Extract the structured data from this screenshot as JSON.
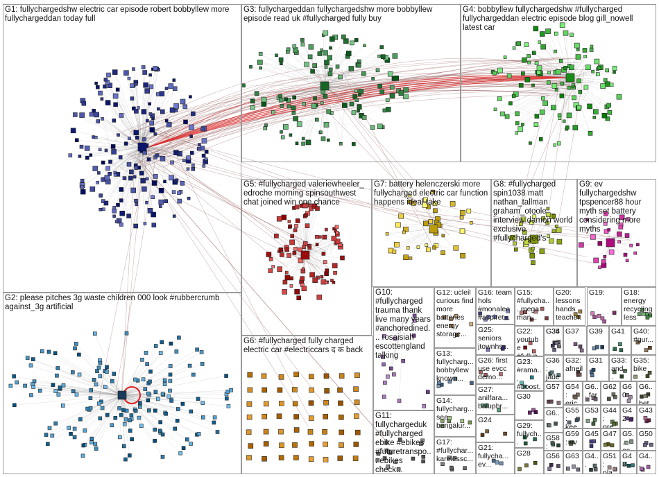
{
  "groups": [
    {
      "id": "G1",
      "label": "G1: fullychargedshw electric car episode robert bobbyllew more fullychargeddan today full",
      "color": "#1f2a80"
    },
    {
      "id": "G2",
      "label": "G2: please pitches 3g waste children 000 look #rubbercrumb against_3g artificial",
      "color": "#1f6fa0"
    },
    {
      "id": "G3",
      "label": "G3: fullychargeddan fullychargedshw more bobbyllew episode read uk #fullycharged fully buy",
      "color": "#2a7a3a"
    },
    {
      "id": "G4",
      "label": "G4: bobbyllew fullychargedshw #fullycharged fullychargeddan electric episode blog gill_nowell latest car",
      "color": "#2aa02a"
    },
    {
      "id": "G5",
      "label": "G5: #fullycharged valeriewheeler_ edroche morning spinsouthwest chat joined win one chance",
      "color": "#b02020"
    },
    {
      "id": "G6",
      "label": "G6: #fullycharged fully charged electric car #electriccars द क back",
      "color": "#c07a10"
    },
    {
      "id": "G7",
      "label": "G7: battery helenczerski more fullycharged electric car function happens ideal take",
      "color": "#d0b020"
    },
    {
      "id": "G8",
      "label": "G8: #fullycharged spin1038 matt nathan_tallman graham_otoole interview damon world exclusive #fullycharged's",
      "color": "#9ab020"
    },
    {
      "id": "G9",
      "label": "G9: ev fullychargedshw tpspencer88 hour myth set battery considering more myths",
      "color": "#c02090"
    },
    {
      "id": "G10",
      "label": "G10: #fullycharged trauma thank live many years #anchoredined... rosaisiah escottengland talking",
      "color": "#8a5aa0"
    },
    {
      "id": "G11",
      "label": "G11: fullychargeduk #fullycharged ebike #ebikes #futuretranspo... ebikes check...",
      "color": "#707070"
    },
    {
      "id": "G12",
      "label": "G12: ucleil curious find more batteries energy storage...",
      "color": "#a07a50"
    },
    {
      "id": "G13",
      "label": "G13: fullycharg... bobbyllew known...",
      "color": "#5a7a9a"
    },
    {
      "id": "G14",
      "label": "G14: fullycharg... see bengalur...",
      "color": "#7a9a5a"
    },
    {
      "id": "G15",
      "label": "G15: #fullycha... mega man...",
      "color": "#9a5a5a"
    },
    {
      "id": "G16",
      "label": "G16: team hols #monalee #aspiret...",
      "color": "#5a5a9a"
    },
    {
      "id": "G17",
      "label": "G17: #fullychar... karelessc...",
      "color": "#6a6a6a"
    },
    {
      "id": "G18",
      "label": "G18: energy recycling less",
      "color": "#4a8a4a"
    },
    {
      "id": "G19",
      "label": "G19:",
      "color": "#a04a8a"
    },
    {
      "id": "G20",
      "label": "G20: lessons hands teacher...",
      "color": "#8a6a2a"
    },
    {
      "id": "G21",
      "label": "G21: fullycha... ev...",
      "color": "#4a6a8a"
    },
    {
      "id": "G22",
      "label": "G22: youtube #fullyc...",
      "color": "#8a2a2a"
    },
    {
      "id": "G23",
      "label": "G23: #rama... #boost...",
      "color": "#2a8a8a"
    },
    {
      "id": "G24",
      "label": "G24",
      "color": "#6a4a2a"
    },
    {
      "id": "G25",
      "label": "G25: seniors jtownhs...",
      "color": "#4a4a8a"
    },
    {
      "id": "G26",
      "label": "G26: first use evcc demo...",
      "color": "#8a4a4a"
    },
    {
      "id": "G27",
      "label": "G27: anilfara... balupbr...",
      "color": "#4a8a6a"
    },
    {
      "id": "G28",
      "label": "G28",
      "color": "#6a6a2a"
    },
    {
      "id": "G29",
      "label": "G29: fullych...",
      "color": "#2a6a4a"
    },
    {
      "id": "G30",
      "label": "G30",
      "color": "#6a2a6a"
    },
    {
      "id": "G31",
      "label": "G31",
      "color": "#2a4a6a"
    },
    {
      "id": "G32",
      "label": "G32: afneil",
      "color": "#6a4a4a"
    },
    {
      "id": "G33",
      "label": "G33: and...",
      "color": "#4a6a4a"
    },
    {
      "id": "G34",
      "label": "G34",
      "color": "#4a4a6a"
    },
    {
      "id": "G35",
      "label": "G35: bike",
      "color": "#6a6a4a"
    },
    {
      "id": "G36",
      "label": "G36: jade...",
      "color": "#4a6a6a"
    },
    {
      "id": "G37",
      "label": "G37",
      "color": "#6a4a6a"
    },
    {
      "id": "G38",
      "label": "G38",
      "color": "#5a5a5a"
    },
    {
      "id": "G39",
      "label": "G39",
      "color": "#3a5a7a"
    },
    {
      "id": "G40",
      "label": "G40: #gur...",
      "color": "#7a5a3a"
    },
    {
      "id": "G41",
      "label": "G41",
      "color": "#3a7a5a"
    },
    {
      "id": "G42",
      "label": "G42",
      "color": "#5a3a7a"
    },
    {
      "id": "G43",
      "label": "G43",
      "color": "#7a3a5a"
    },
    {
      "id": "G44",
      "label": "G44: pre...",
      "color": "#5a7a3a"
    },
    {
      "id": "G45",
      "label": "G45",
      "color": "#3a3a7a"
    },
    {
      "id": "G47",
      "label": "G47",
      "color": "#7a7a3a"
    },
    {
      "id": "G48",
      "label": "G48",
      "color": "#3a7a7a"
    },
    {
      "id": "G49",
      "label": "G4...",
      "color": "#7a3a7a"
    },
    {
      "id": "G50",
      "label": "G50",
      "color": "#5a5a7a"
    },
    {
      "id": "G51",
      "label": "G51: pla...",
      "color": "#7a5a5a"
    },
    {
      "id": "G53",
      "label": "G53",
      "color": "#5a7a5a"
    },
    {
      "id": "G54",
      "label": "G54: eric...",
      "color": "#6a5a4a"
    },
    {
      "id": "G55",
      "label": "G55: kee...",
      "color": "#4a5a6a"
    },
    {
      "id": "G56",
      "label": "G56",
      "color": "#5a4a6a"
    },
    {
      "id": "G57",
      "label": "G57",
      "color": "#6a4a5a"
    },
    {
      "id": "G58",
      "label": "G58: #ful...",
      "color": "#4a6a5a"
    },
    {
      "id": "G59",
      "label": "G59: ev",
      "color": "#5a6a4a"
    },
    {
      "id": "G60",
      "label": "G60",
      "color": "#6a5a6a"
    },
    {
      "id": "G61",
      "label": "G6...",
      "color": "#5a6a6a"
    },
    {
      "id": "G62",
      "label": "G62",
      "color": "#6a6a5a"
    },
    {
      "id": "G63",
      "label": "G63",
      "color": "#5a5a6a"
    },
    {
      "id": "G64",
      "label": "G6...",
      "color": "#6a5a5a"
    },
    {
      "id": "G65",
      "label": "G5... as...",
      "color": "#5a6a5a"
    },
    {
      "id": "G66",
      "label": "G4...",
      "color": "#4a5a5a"
    },
    {
      "id": "G67",
      "label": "G6... far",
      "color": "#5a4a5a"
    },
    {
      "id": "G68",
      "label": "G6... bet...",
      "color": "#5a5a4a"
    }
  ],
  "theme": {
    "edge_color": "#8a8a8a",
    "inter_edge_color": "#7a3030",
    "highlight_edge_color": "#e02020",
    "cell_border": "#9a9a9a"
  }
}
